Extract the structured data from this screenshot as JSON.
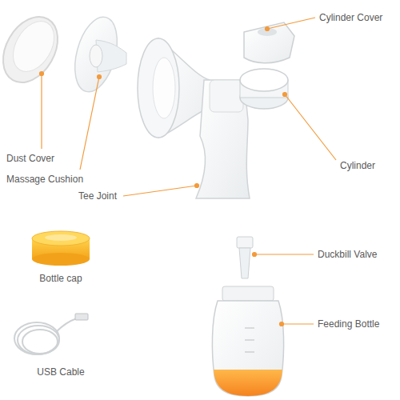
{
  "diagram": {
    "labels": [
      "Cylinder Cover",
      "Dust Cover",
      "Massage Cushion",
      "Tee Joint",
      "Cylinder",
      "Duckbill Valve",
      "Bottle cap",
      "Feeding Bottle",
      "USB Cable"
    ]
  }
}
